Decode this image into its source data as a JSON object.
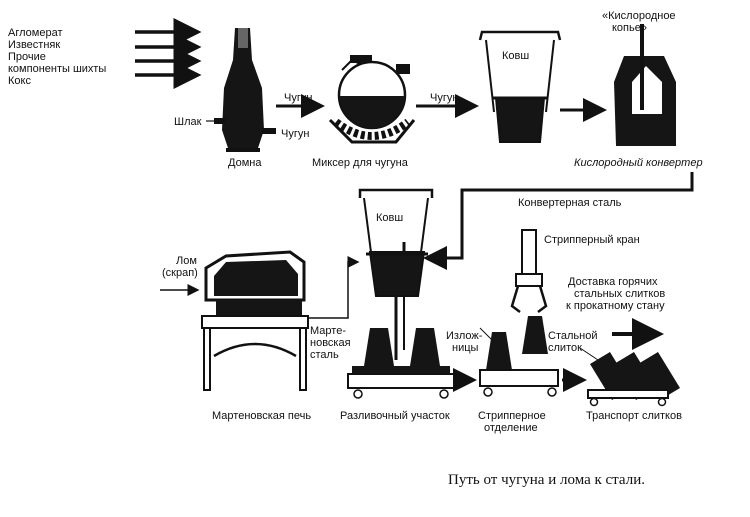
{
  "inputs": {
    "line1": "Агломерат",
    "line2": "Известняк",
    "line3": "Прочие",
    "line4": "компоненты шихты",
    "line5": "Кокс"
  },
  "blast_furnace": {
    "label": "Домна",
    "slag": "Шлак",
    "iron": "Чугун"
  },
  "arrow_iron_1": "Чугун",
  "mixer": {
    "label": "Миксер для чугуна"
  },
  "arrow_iron_2": "Чугун",
  "ladle_top": {
    "label": "Ковш"
  },
  "converter": {
    "label": "Кислородный конвертер",
    "lance_line1": "«Кислородное",
    "lance_line2": "копье»"
  },
  "converter_steel": "Конвертерная сталь",
  "ladle_mid": {
    "label": "Ковш"
  },
  "scrap": {
    "line1": "Лом",
    "line2": "(скрап)"
  },
  "open_hearth": {
    "label": "Мартеновская печь",
    "steel_line1": "Марте-",
    "steel_line2": "новская",
    "steel_line3": "сталь"
  },
  "molds": {
    "line1": "Излож-",
    "line2": "ницы"
  },
  "pouring": {
    "label": "Разливочный участок"
  },
  "stripper_crane": "Стрипперный кран",
  "stripper_dept": {
    "line1": "Стрипперное",
    "line2": "отделение"
  },
  "ingots": {
    "line1": "Стальной",
    "line2": "слиток"
  },
  "delivery": {
    "line1": "Доставка горячих",
    "line2": "стальных слитков",
    "line3": "к прокатному стану"
  },
  "transport": {
    "label": "Транспорт слитков"
  },
  "caption": "Путь от чугуна и лома к стали."
}
